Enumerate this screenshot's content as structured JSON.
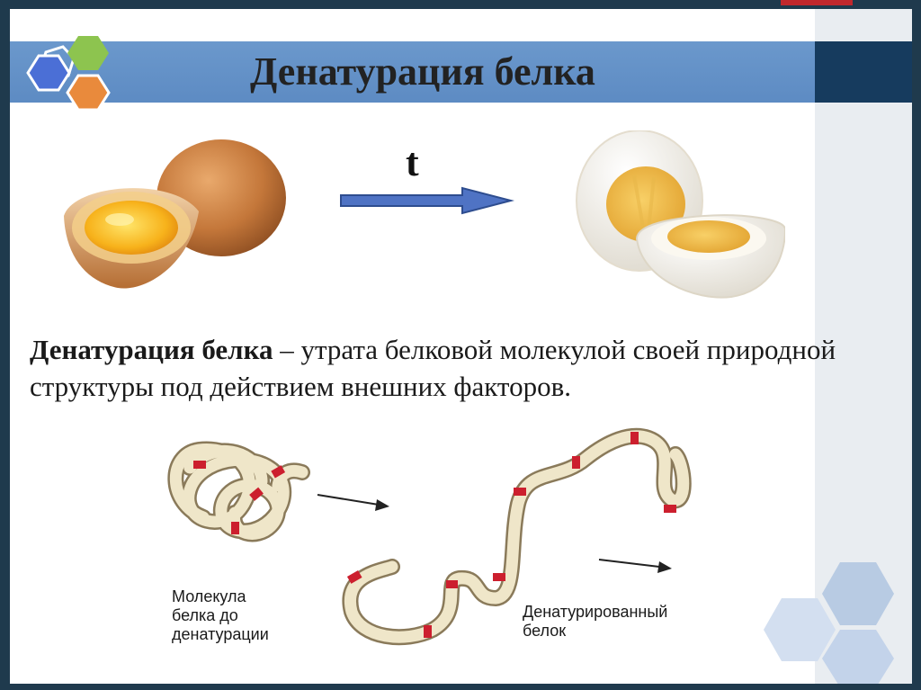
{
  "slide": {
    "title": "Денатурация белка",
    "temperature_label": "t",
    "definition": {
      "term": "Денатурация белка",
      "text": " – утрата белковой молекулой своей природной структуры под действием внешних факторов."
    },
    "captions": {
      "before": "Молекула\nбелка до\nденатурации",
      "after": "Денатурированный\nбелок"
    }
  },
  "icons": {
    "logo": "hexagon-cluster-logo",
    "arrow": "arrow-right-icon",
    "raw_egg": "raw-egg-image",
    "boiled_egg": "boiled-egg-image"
  },
  "colors": {
    "title_bar": "#5d8bc3",
    "title_bar_dark": "#163b5e",
    "frame": "#1f3a4d",
    "accent_red": "#c0282d",
    "hex_blue": "#4b6fd6",
    "hex_green": "#8dc44f",
    "hex_orange": "#e98a3c",
    "protein_strand": "#efe6c9",
    "protein_marker": "#cc1f2e"
  }
}
